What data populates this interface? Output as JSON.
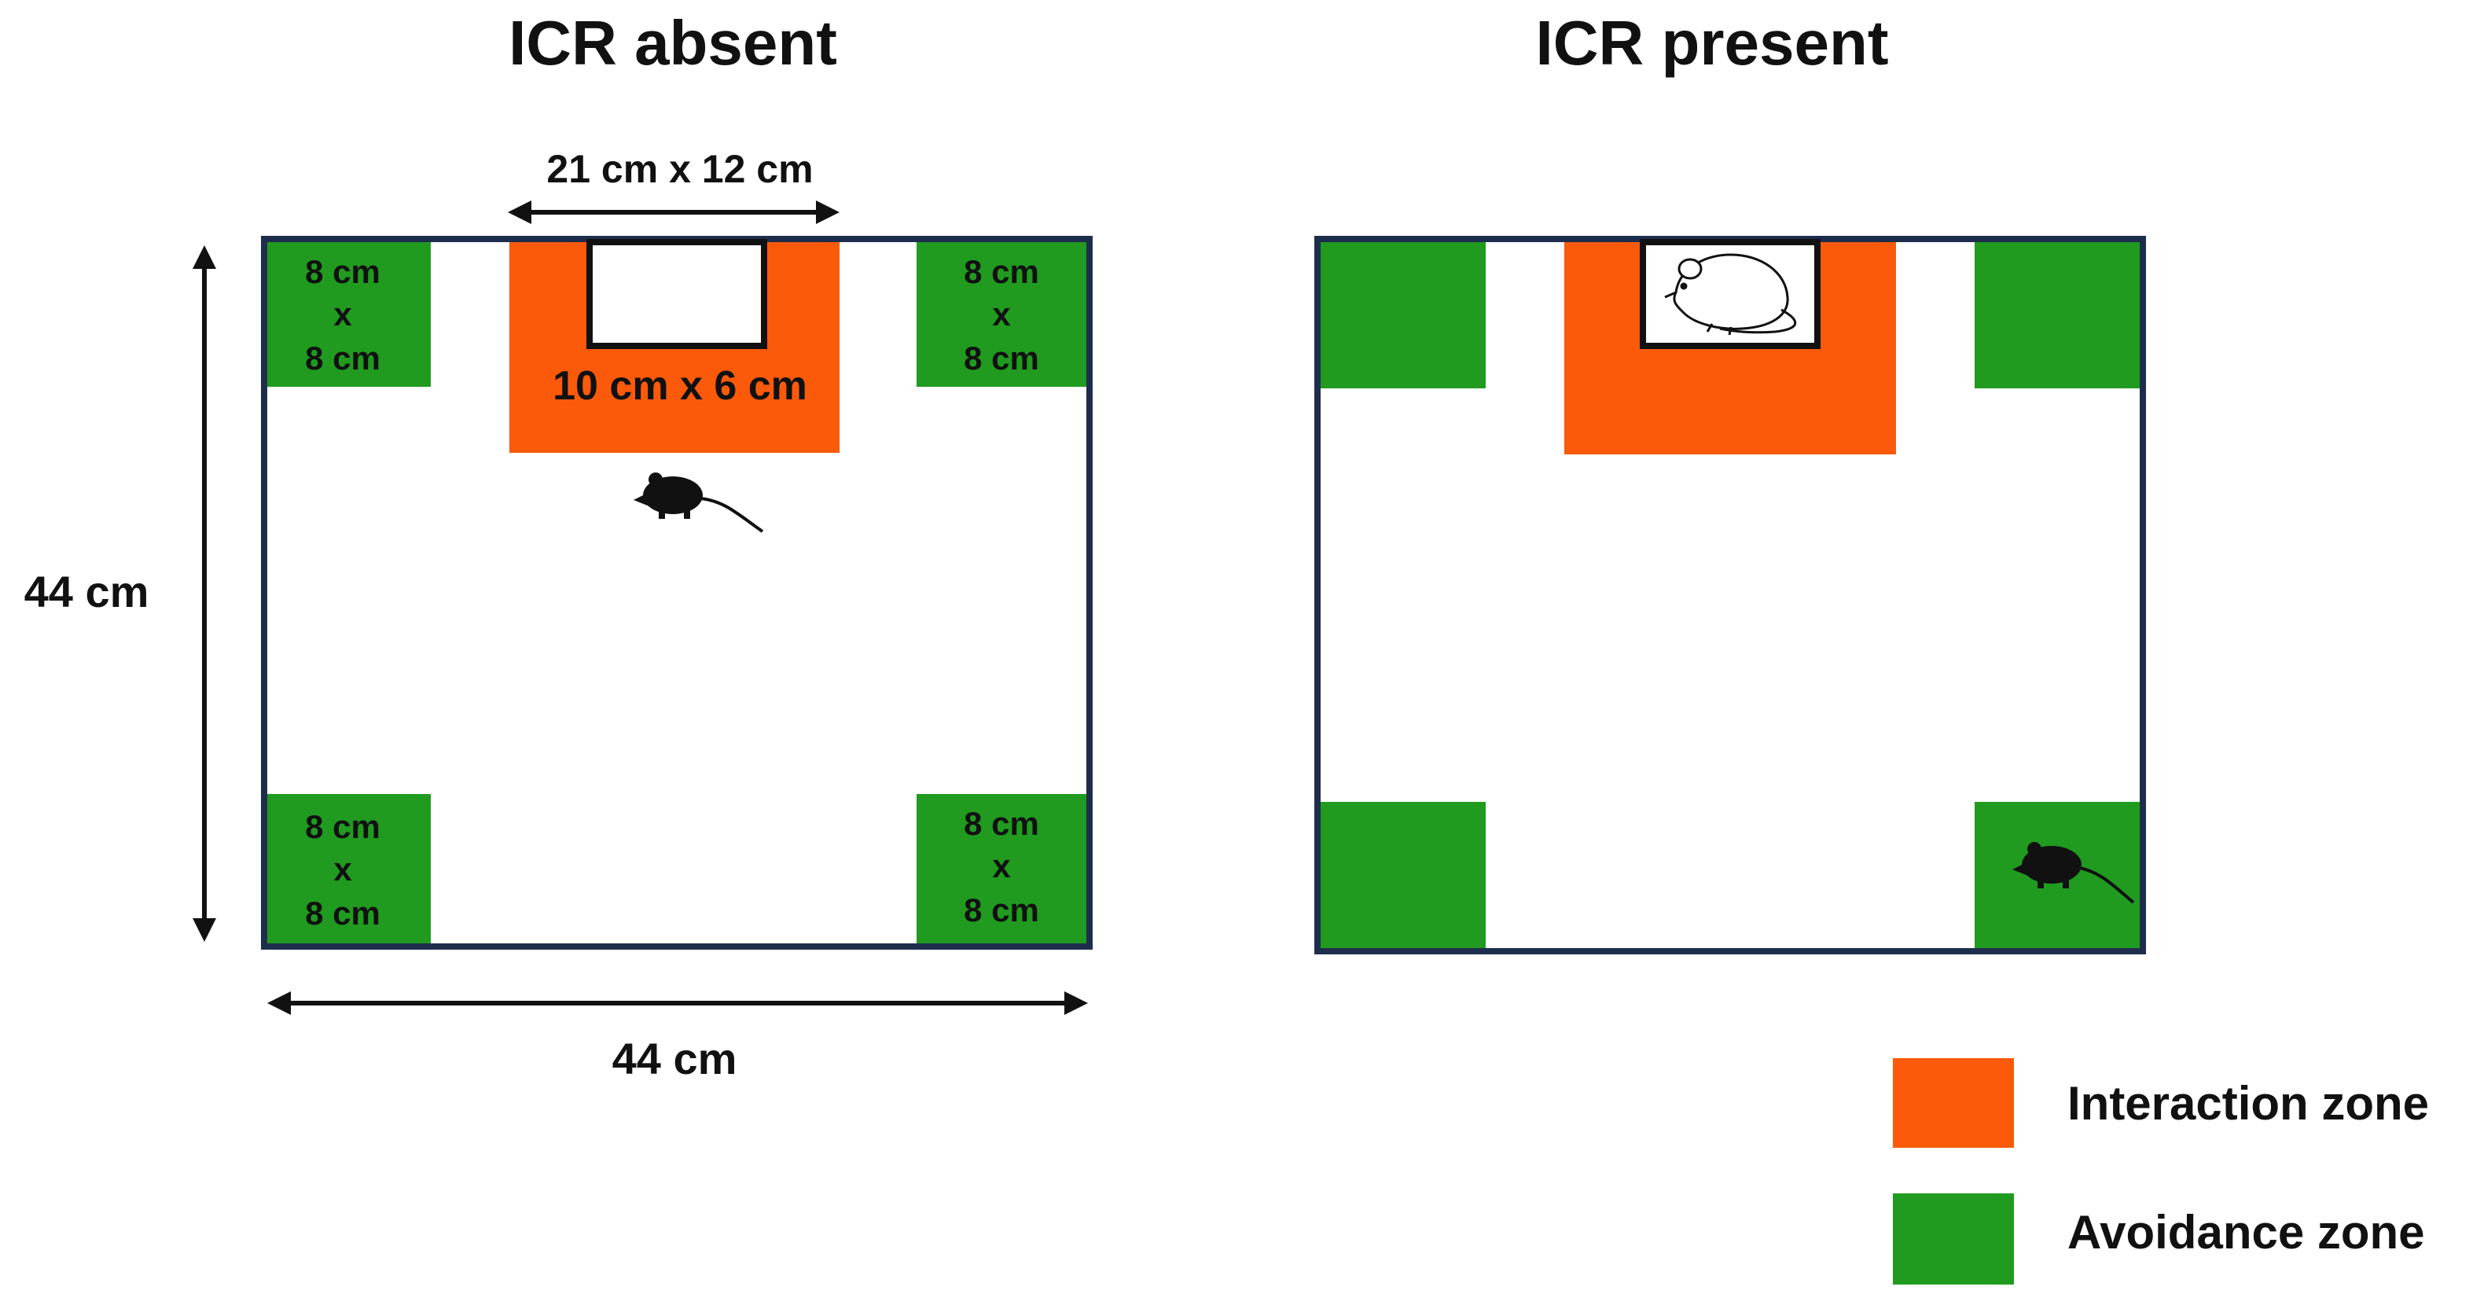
{
  "colors": {
    "interaction": "#fa5a0a",
    "avoidance": "#209b20",
    "arena_border": "#1f2d4d",
    "ink": "#111111"
  },
  "panels": {
    "absent": {
      "title": "ICR absent",
      "top_dimension": "21 cm x 12 cm",
      "cage_dimension": "10 cm x 6 cm",
      "side_dimension": "44 cm",
      "bottom_dimension": "44 cm",
      "corner_label": {
        "line1": "8 cm",
        "line2": "x",
        "line3": "8 cm"
      }
    },
    "present": {
      "title": "ICR present"
    }
  },
  "legend": {
    "interaction": "Interaction zone",
    "avoidance": "Avoidance zone"
  },
  "icons": {
    "test_mouse": "black-mouse-icon",
    "stimulus_mouse": "white-mouse-outline-icon"
  }
}
